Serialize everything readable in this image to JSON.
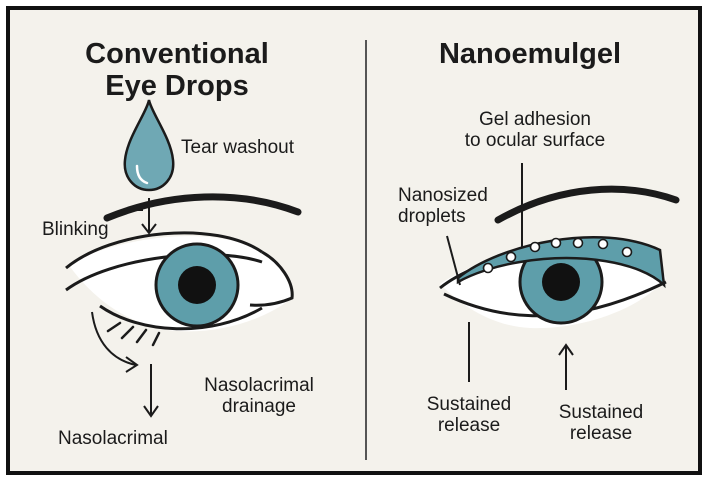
{
  "left_panel": {
    "title_line1": "Conventional",
    "title_line2": "Eye Drops",
    "tear_washout": "Tear washout",
    "blinking": "Blinking",
    "drainage_line1": "Nasolacrimal",
    "drainage_line2": "drainage",
    "nasolacrimal": "Nasolacrimal"
  },
  "right_panel": {
    "title": "Nanoemulgel",
    "gel_line1": "Gel adhesion",
    "gel_line2": "to ocular surface",
    "droplets_line1": "Nanosized",
    "droplets_line2": "droplets",
    "release_left_line1": "Sustained",
    "release_left_line2": "release",
    "release_right_line1": "Sustained",
    "release_right_line2": "release"
  },
  "colors": {
    "iris": "#5e9eaa",
    "pupil": "#111111",
    "gel": "#5e9eaa",
    "background": "#f4f2ec",
    "ink": "#1b1b1b"
  },
  "icons": [
    "drop-icon",
    "eye-icon",
    "arrow-icon",
    "droplet-dot-icon"
  ]
}
